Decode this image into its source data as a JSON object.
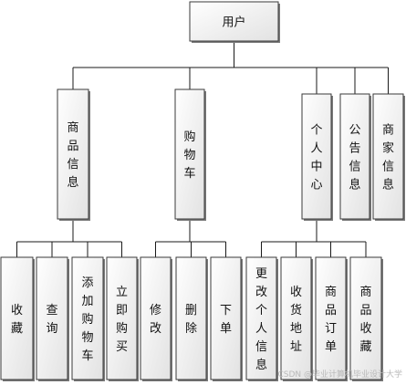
{
  "root": {
    "label": "用户"
  },
  "level1": [
    {
      "id": "product-info",
      "label": "商品信息"
    },
    {
      "id": "cart",
      "label": "购物车"
    },
    {
      "id": "personal-center",
      "label": "个人中心"
    },
    {
      "id": "announcement-info",
      "label": "公告信息"
    },
    {
      "id": "merchant-info",
      "label": "商家信息"
    }
  ],
  "level2": [
    {
      "id": "favorite",
      "parent": "product-info",
      "label": "收藏"
    },
    {
      "id": "query",
      "parent": "product-info",
      "label": "查询"
    },
    {
      "id": "add-to-cart",
      "parent": "product-info",
      "label": "添加购物车"
    },
    {
      "id": "buy-now",
      "parent": "product-info",
      "label": "立即购买"
    },
    {
      "id": "modify",
      "parent": "cart",
      "label": "修改"
    },
    {
      "id": "delete",
      "parent": "cart",
      "label": "删除"
    },
    {
      "id": "place-order",
      "parent": "cart",
      "label": "下单"
    },
    {
      "id": "edit-personal-info",
      "parent": "personal-center",
      "label": "更改个人信息"
    },
    {
      "id": "shipping-address",
      "parent": "personal-center",
      "label": "收货地址"
    },
    {
      "id": "product-orders",
      "parent": "personal-center",
      "label": "商品订单"
    },
    {
      "id": "product-favorites",
      "parent": "personal-center",
      "label": "商品收藏"
    }
  ],
  "watermark": "CSDN @毕业计算机毕业设计大学"
}
